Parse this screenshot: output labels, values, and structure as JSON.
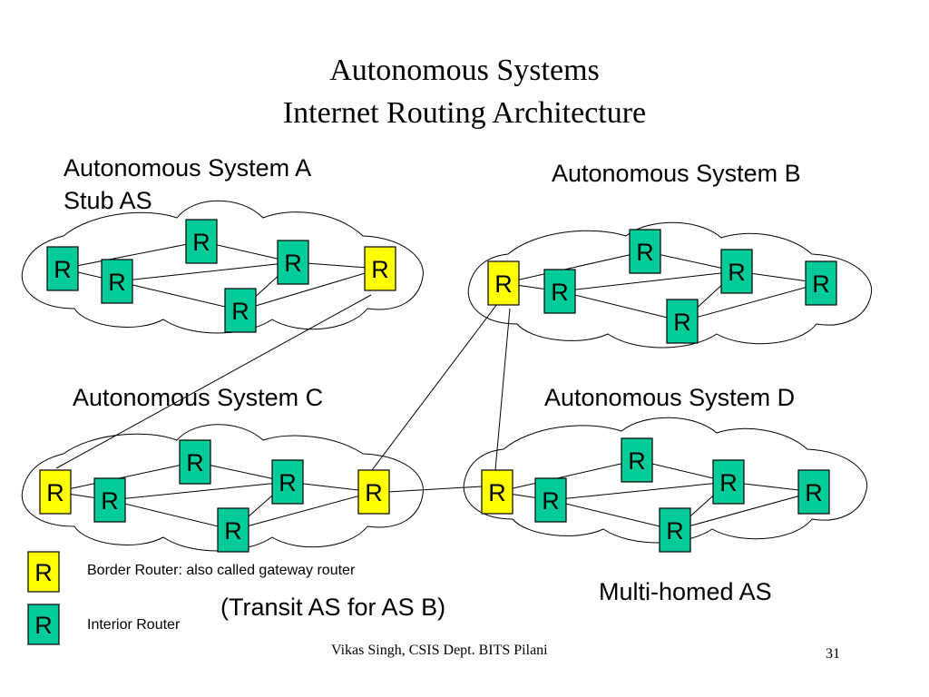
{
  "slide": {
    "title_line1": "Autonomous Systems",
    "title_line2": "Internet Routing Architecture",
    "footer_author": "Vikas Singh, CSIS Dept. BITS Pilani",
    "page_number": "31"
  },
  "colors": {
    "border_router": "#ffff00",
    "interior_router": "#00cc99",
    "outline": "#000000",
    "background": "#ffffff"
  },
  "router_label": "R",
  "systems": {
    "a": {
      "name": "Autonomous System A",
      "subtitle": "Stub AS"
    },
    "b": {
      "name": "Autonomous System B"
    },
    "c": {
      "name": "Autonomous System C",
      "note": "(Transit AS for AS B)"
    },
    "d": {
      "name": "Autonomous System D",
      "note": "Multi-homed AS"
    }
  },
  "legend": {
    "border": {
      "router_label": "R",
      "text": "Border Router: also called gateway router",
      "type": "border"
    },
    "interior": {
      "router_label": "R",
      "text": "Interior Router",
      "type": "interior"
    }
  }
}
